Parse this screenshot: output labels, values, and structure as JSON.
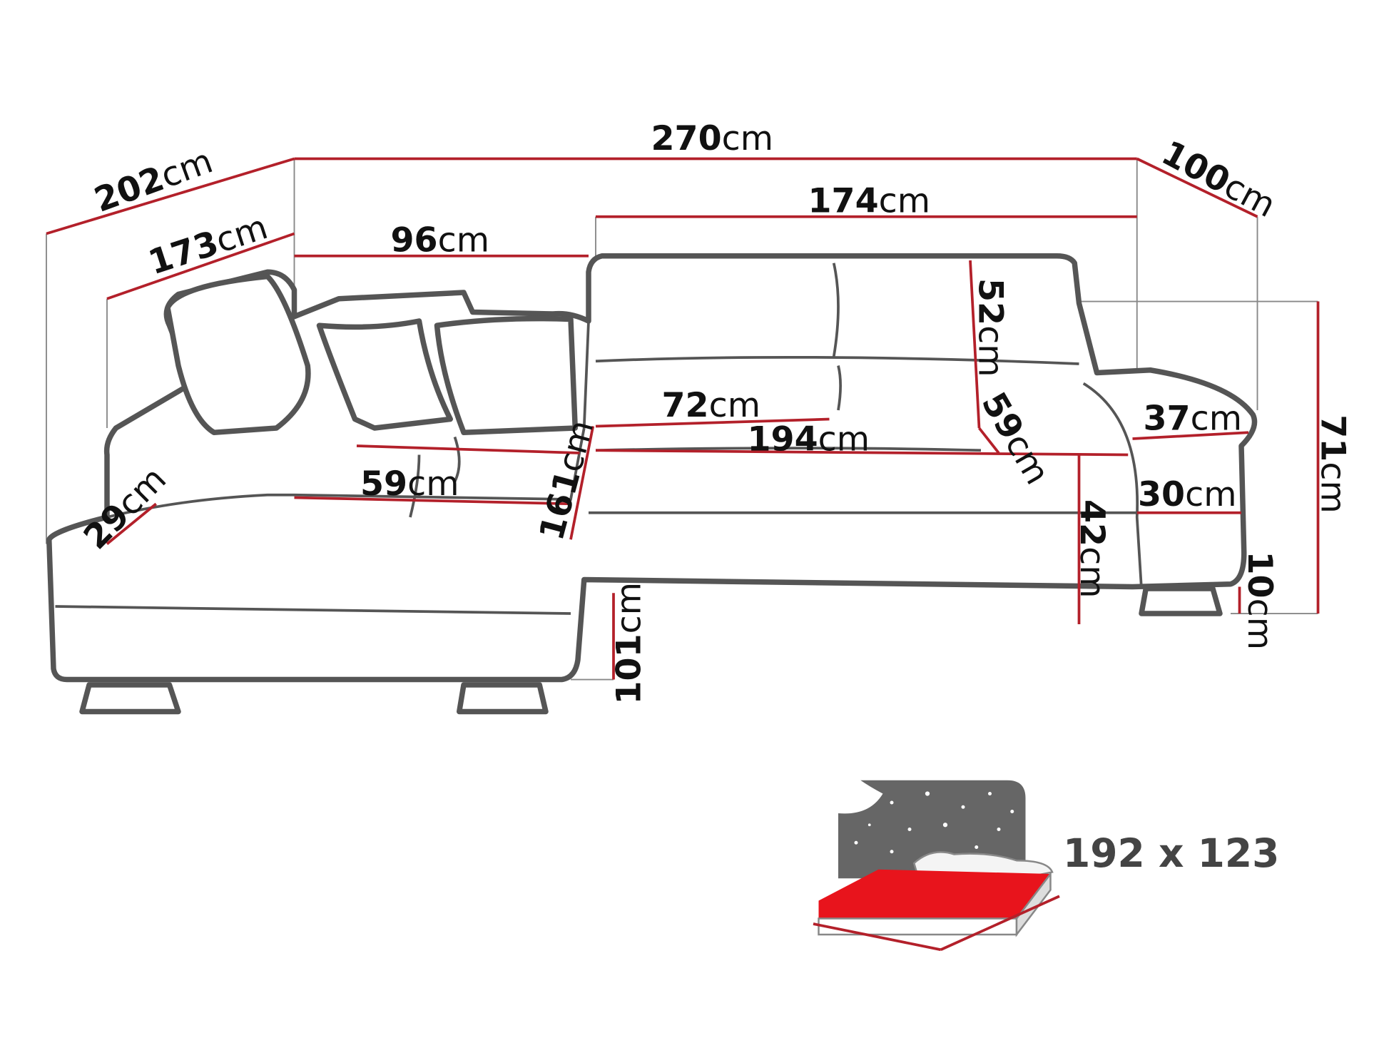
{
  "diagram": {
    "title": "Corner sofa dimensions",
    "unit": "cm",
    "dimensions": {
      "total_width": "270",
      "left_depth_outer": "202",
      "left_depth_inner": "173",
      "left_back_width": "96",
      "right_back_width": "174",
      "right_depth": "100",
      "backrest_height": "52",
      "seat_depth_right": "59",
      "seat_depth_center": "72",
      "seat_width": "194",
      "armrest_width": "37",
      "total_height": "71",
      "armrest_height": "30",
      "chaise_arm": "29",
      "chaise_seat_width": "59",
      "chaise_length": "161",
      "seat_height": "42",
      "leg_height": "10",
      "chaise_width": "101"
    },
    "bed_size": "192 x 123",
    "colors": {
      "dimension_line": "#b3202a",
      "outline": "#555555",
      "bed_surface": "#e8141c"
    }
  }
}
